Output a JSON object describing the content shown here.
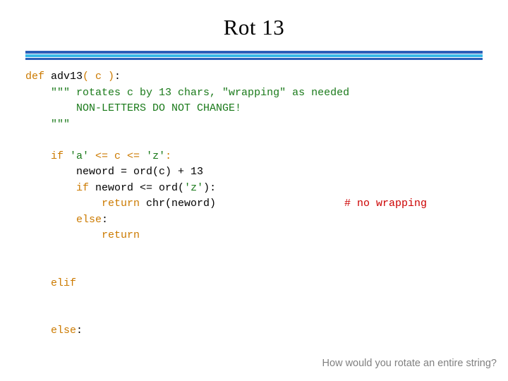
{
  "slide": {
    "title": "Rot 13",
    "divider_colors": [
      "#2b5fb8",
      "#37b9e8",
      "#2b5fb8"
    ],
    "footer_note": "How would you rotate an entire string?",
    "colors": {
      "keyword": "#cc7a00",
      "string": "#1a7a1a",
      "comment": "#cc0000",
      "plain": "#000000",
      "note": "#808080"
    }
  },
  "code": {
    "lines": [
      {
        "id": "line-1",
        "segments": [
          {
            "kind": "kw",
            "text": "def "
          },
          {
            "kind": "plain",
            "text": "adv13"
          },
          {
            "kind": "kw",
            "text": "( c )"
          },
          {
            "kind": "plain",
            "text": ":"
          }
        ]
      },
      {
        "id": "line-2",
        "segments": [
          {
            "kind": "plain",
            "text": "    "
          },
          {
            "kind": "str",
            "text": "\"\"\" rotates c by 13 chars, \"wrapping\" as needed"
          }
        ]
      },
      {
        "id": "line-3",
        "segments": [
          {
            "kind": "plain",
            "text": "        "
          },
          {
            "kind": "str",
            "text": "NON-LETTERS DO NOT CHANGE!"
          }
        ]
      },
      {
        "id": "line-4",
        "segments": [
          {
            "kind": "plain",
            "text": "    "
          },
          {
            "kind": "str",
            "text": "\"\"\""
          }
        ]
      },
      {
        "id": "line-5",
        "segments": [
          {
            "kind": "plain",
            "text": ""
          }
        ]
      },
      {
        "id": "line-6",
        "segments": [
          {
            "kind": "plain",
            "text": "    "
          },
          {
            "kind": "kw",
            "text": "if "
          },
          {
            "kind": "str",
            "text": "'a'"
          },
          {
            "kind": "kw",
            "text": " <= c <= "
          },
          {
            "kind": "str",
            "text": "'z'"
          },
          {
            "kind": "kw",
            "text": ":"
          }
        ]
      },
      {
        "id": "line-7",
        "segments": [
          {
            "kind": "plain",
            "text": "        neword = ord(c) + 13"
          }
        ]
      },
      {
        "id": "line-8",
        "segments": [
          {
            "kind": "plain",
            "text": "        "
          },
          {
            "kind": "kw",
            "text": "if "
          },
          {
            "kind": "plain",
            "text": "neword <= ord("
          },
          {
            "kind": "str",
            "text": "'z'"
          },
          {
            "kind": "plain",
            "text": "):"
          }
        ]
      },
      {
        "id": "line-9",
        "segments": [
          {
            "kind": "plain",
            "text": "            "
          },
          {
            "kind": "kw",
            "text": "return "
          },
          {
            "kind": "plain",
            "text": "chr(neword)"
          }
        ],
        "trailing_comment": "# no wrapping"
      },
      {
        "id": "line-10",
        "segments": [
          {
            "kind": "plain",
            "text": "        "
          },
          {
            "kind": "kw",
            "text": "else"
          },
          {
            "kind": "plain",
            "text": ":"
          }
        ]
      },
      {
        "id": "line-11",
        "segments": [
          {
            "kind": "plain",
            "text": "            "
          },
          {
            "kind": "kw",
            "text": "return"
          }
        ]
      },
      {
        "id": "line-12",
        "segments": [
          {
            "kind": "plain",
            "text": ""
          }
        ]
      },
      {
        "id": "line-13",
        "segments": [
          {
            "kind": "plain",
            "text": ""
          }
        ]
      },
      {
        "id": "line-14",
        "segments": [
          {
            "kind": "plain",
            "text": "    "
          },
          {
            "kind": "kw",
            "text": "elif"
          }
        ]
      },
      {
        "id": "line-15",
        "segments": [
          {
            "kind": "plain",
            "text": ""
          }
        ]
      },
      {
        "id": "line-16",
        "segments": [
          {
            "kind": "plain",
            "text": ""
          }
        ]
      },
      {
        "id": "line-17",
        "segments": [
          {
            "kind": "plain",
            "text": "    "
          },
          {
            "kind": "kw",
            "text": "else"
          },
          {
            "kind": "plain",
            "text": ":"
          }
        ]
      }
    ]
  }
}
